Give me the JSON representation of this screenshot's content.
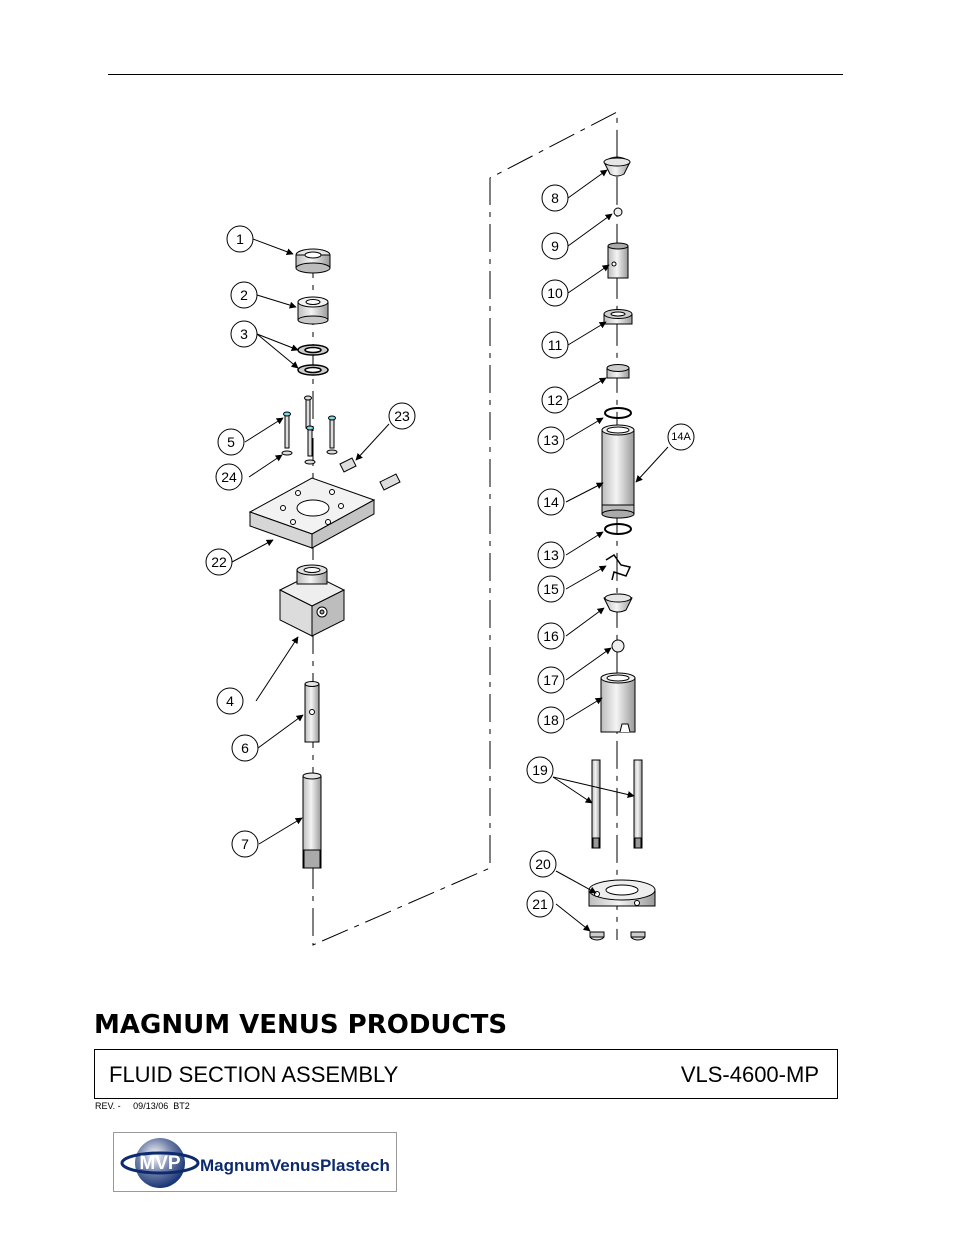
{
  "document": {
    "company": "MAGNUM VENUS PRODUCTS",
    "title": "FLUID SECTION ASSEMBLY",
    "part_number": "VLS-4600-MP",
    "revision": "REV. -     09/13/06  BT2",
    "logo_badge": "MVP",
    "logo_text": "MagnumVenusPlastech"
  },
  "callouts": {
    "c1": "1",
    "c2": "2",
    "c3": "3",
    "c4": "4",
    "c5": "5",
    "c6": "6",
    "c7": "7",
    "c8": "8",
    "c9": "9",
    "c10": "10",
    "c11": "11",
    "c12": "12",
    "c13a": "13",
    "c13b": "13",
    "c14": "14",
    "c14a": "14A",
    "c15": "15",
    "c16": "16",
    "c17": "17",
    "c18": "18",
    "c19": "19",
    "c20": "20",
    "c21": "21",
    "c22": "22",
    "c23": "23",
    "c24": "24"
  },
  "colors": {
    "line": "#000000",
    "part_shading": "#cfcfcf",
    "logo_navy": "#0d2a6e",
    "bolt_cap": "#7fd6e6"
  }
}
